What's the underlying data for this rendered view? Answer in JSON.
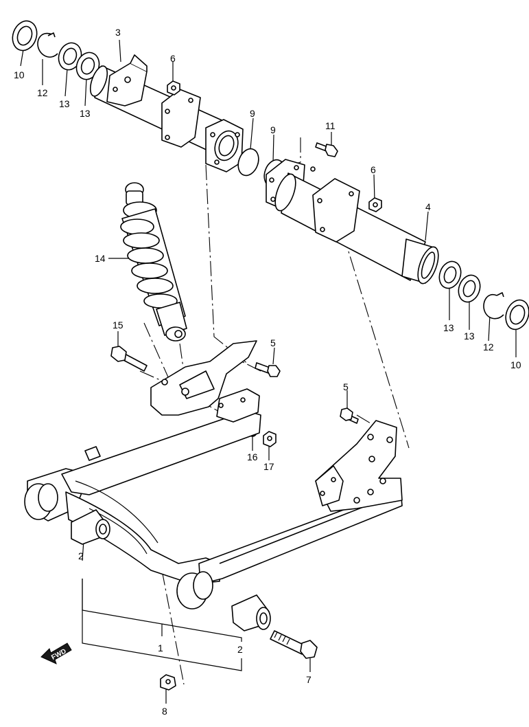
{
  "diagram": {
    "callouts": {
      "c10a": "10",
      "c12a": "12",
      "c13a": "13",
      "c13b": "13",
      "c3": "3",
      "c6a": "6",
      "c9a": "9",
      "c9b": "9",
      "c11": "11",
      "c6b": "6",
      "c4": "4",
      "c14": "14",
      "c13c": "13",
      "c13d": "13",
      "c12b": "12",
      "c10b": "10",
      "c15": "15",
      "c5a": "5",
      "c5b": "5",
      "c16": "16",
      "c17": "17",
      "c2a": "2",
      "c1": "1",
      "c2b": "2",
      "c7": "7",
      "c8": "8"
    },
    "fwd_label": "FWD"
  }
}
